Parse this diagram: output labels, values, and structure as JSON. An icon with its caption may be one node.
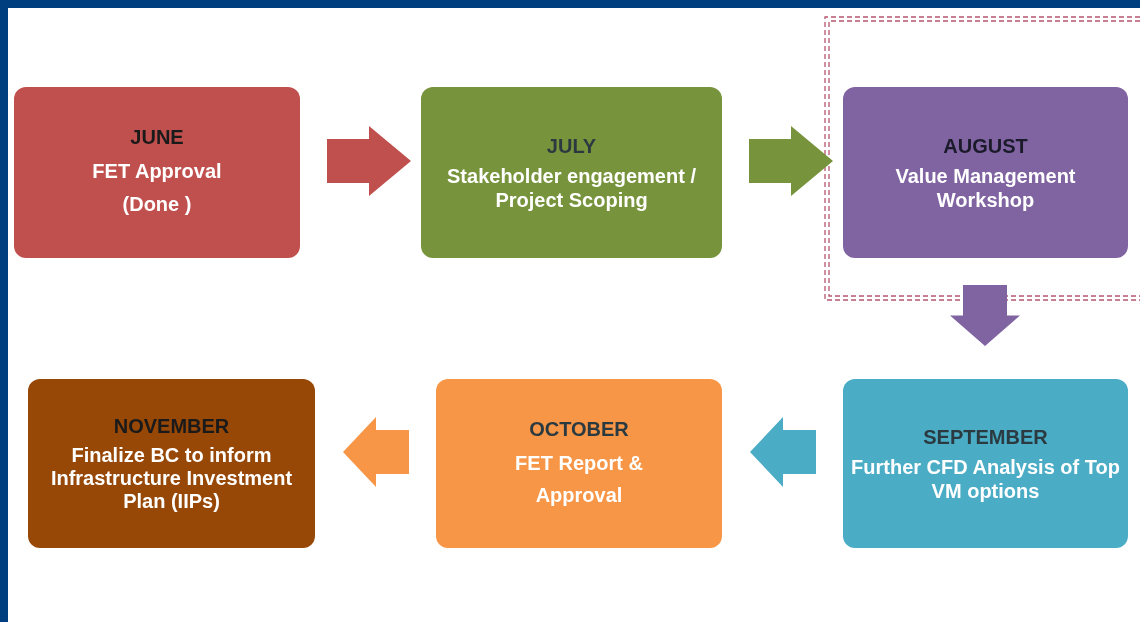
{
  "diagram": {
    "nodes": [
      {
        "text": [
          "JUNE",
          "FET Approval (Done )"
        ]
      },
      {
        "text": [
          "JULY",
          "Stakeholder engagement / Project Scoping"
        ]
      },
      {
        "text": [
          "AUGUST",
          "Value Management Workshop"
        ]
      },
      {
        "text": [
          "SEPTEMBER",
          "Further CFD Analysis of Top VM options"
        ]
      },
      {
        "text": [
          "OCTOBER",
          "FET Report & Approval"
        ]
      },
      {
        "text": [
          "NOVEMBER",
          "Finalize BC to inform Infrastructure Investment Plan (IIPs)"
        ]
      }
    ],
    "edges": [
      {
        "from": 0,
        "to": 1,
        "arrow": "to",
        "color": "#c0504d"
      },
      {
        "from": 1,
        "to": 2,
        "arrow": "to",
        "color": "#77933c"
      },
      {
        "from": 2,
        "to": 3,
        "arrow": "to",
        "color": "#8064a2"
      },
      {
        "from": 3,
        "to": 4,
        "arrow": "to",
        "color": "#4bacc6"
      },
      {
        "from": 4,
        "to": 5,
        "arrow": "to",
        "color": "#f79646"
      }
    ]
  }
}
